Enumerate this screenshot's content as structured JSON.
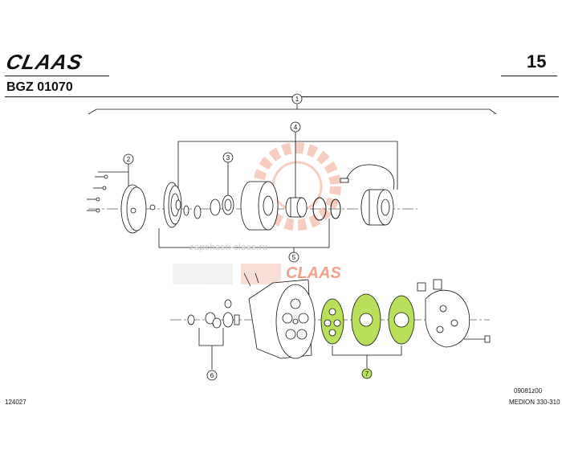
{
  "header": {
    "brand": "CLAAS",
    "page_number": "15",
    "group_code": "BGZ 01070"
  },
  "callouts": [
    "1",
    "2",
    "3",
    "4",
    "5",
    "6",
    "7"
  ],
  "footer": {
    "left_number": "124027",
    "drawing_id": "09081z00",
    "model": "MEDION 330-310"
  },
  "watermark": {
    "url": "zapchasti-claas.ru",
    "brand": "CLAAS"
  },
  "colors": {
    "line": "#111111",
    "highlight": "#b9e05a",
    "watermark_orange": "#f4a68c",
    "watermark_gray": "#d0d0d0"
  }
}
